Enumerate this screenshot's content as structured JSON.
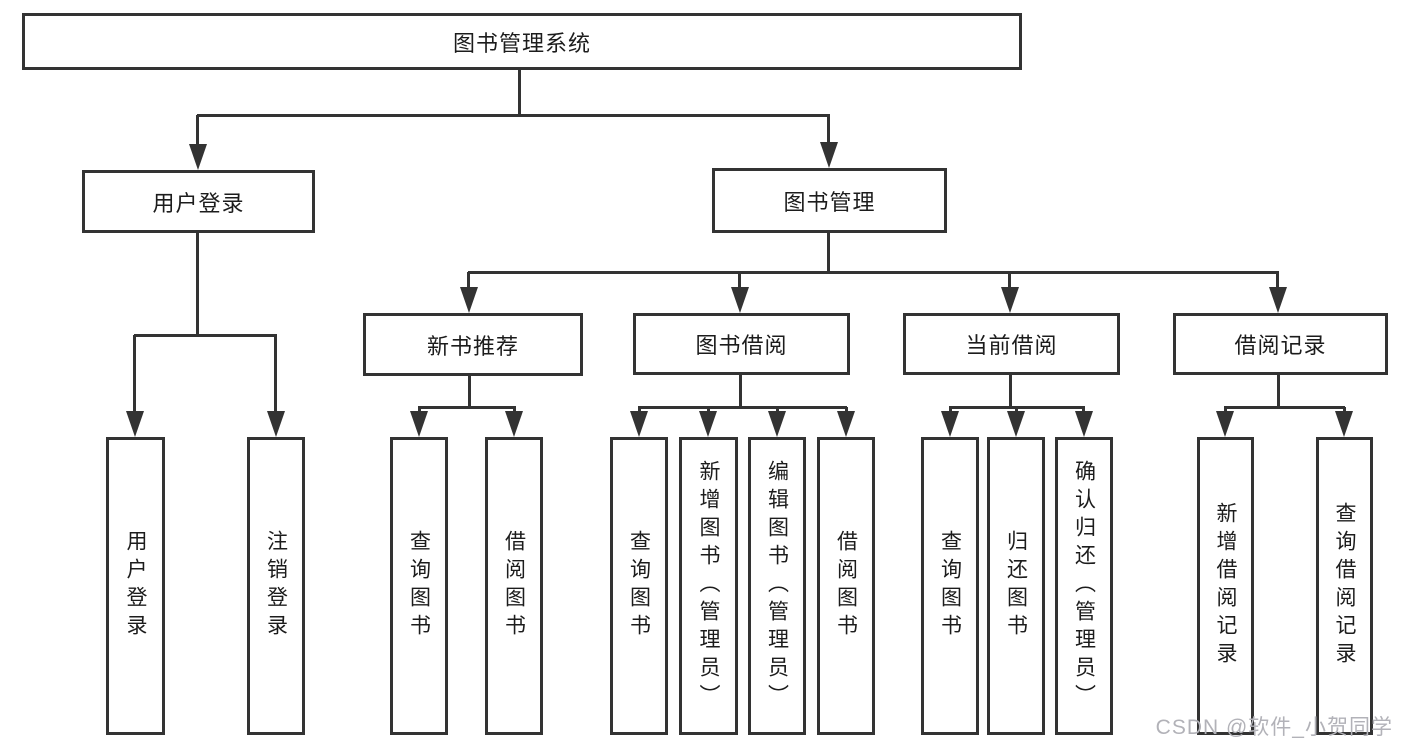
{
  "diagram": {
    "root": {
      "label": "图书管理系统"
    },
    "branches": [
      {
        "label": "用户登录",
        "children": [
          {
            "label": "用户登录"
          },
          {
            "label": "注销登录"
          }
        ]
      },
      {
        "label": "图书管理",
        "children": [
          {
            "label": "新书推荐",
            "children": [
              {
                "label": "查询图书"
              },
              {
                "label": "借阅图书"
              }
            ]
          },
          {
            "label": "图书借阅",
            "children": [
              {
                "label": "查询图书"
              },
              {
                "label": "新增图书（管理员）"
              },
              {
                "label": "编辑图书（管理员）"
              },
              {
                "label": "借阅图书"
              }
            ]
          },
          {
            "label": "当前借阅",
            "children": [
              {
                "label": "查询图书"
              },
              {
                "label": "归还图书"
              },
              {
                "label": "确认归还（管理员）"
              }
            ]
          },
          {
            "label": "借阅记录",
            "children": [
              {
                "label": "新增借阅记录"
              },
              {
                "label": "查询借阅记录"
              }
            ]
          }
        ]
      }
    ]
  },
  "watermark": {
    "text": "CSDN @软件_小贺同学"
  },
  "colors": {
    "line": "#333333",
    "box_fill": "#ffffff",
    "text": "#1c1c1c",
    "watermark": "#b2b2b8"
  }
}
